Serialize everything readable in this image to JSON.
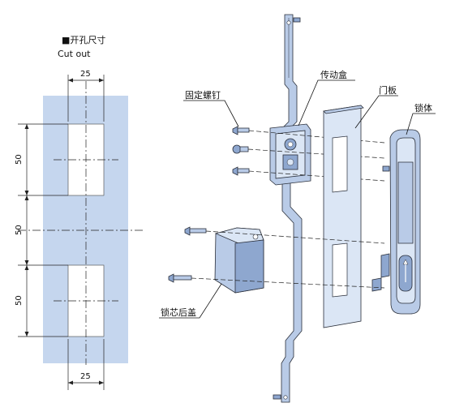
{
  "cutout": {
    "title_cn": "■开孔尺寸",
    "title_en": "Cut out",
    "dim_top_width": "25",
    "dim_bottom_width": "25",
    "dim_upper_height": "50",
    "dim_middle_gap": "50",
    "dim_lower_height": "50"
  },
  "labels": {
    "fixing_screw": "固定螺钉",
    "transmission_box": "传动盒",
    "door_panel": "门板",
    "lock_body": "锁体",
    "lock_core_back_cover": "锁芯后盖"
  },
  "colors": {
    "panel_fill": "#c5d6ee",
    "part_fill": "#b9cbe7",
    "line": "#222222"
  }
}
